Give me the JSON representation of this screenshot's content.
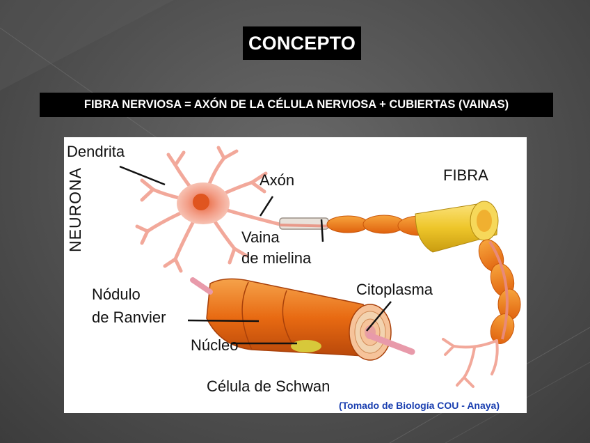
{
  "slide": {
    "title": "CONCEPTO",
    "definition": "FIBRA NERVIOSA = AXÓN DE LA CÉLULA NERVIOSA + CUBIERTAS (VAINAS)"
  },
  "figure": {
    "labels": {
      "dendrita": "Dendrita",
      "neurona": "NEURONA",
      "axon": "Axón",
      "fibra": "FIBRA",
      "vaina_1": "Vaina",
      "vaina_2": "de mielina",
      "nodulo_1": "Nódulo",
      "nodulo_2": "de Ranvier",
      "citoplasma": "Citoplasma",
      "nucleo": "Núcleo",
      "schwan": "Célula de Schwan"
    },
    "source": "(Tomado de Biología COU -  Anaya)"
  }
}
